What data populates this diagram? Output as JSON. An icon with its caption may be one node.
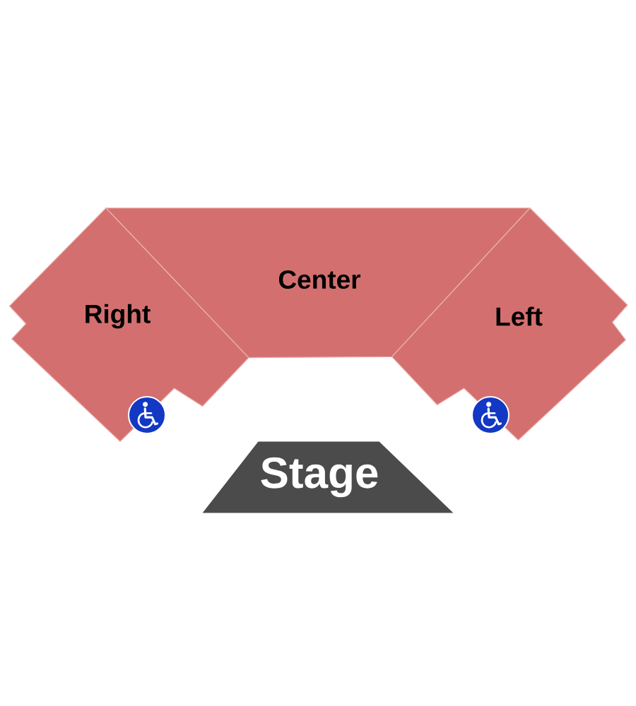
{
  "diagram": {
    "nodes": [
      {
        "text": [
          "Right"
        ]
      },
      {
        "text": [
          "Center"
        ]
      },
      {
        "text": [
          "Left"
        ]
      },
      {
        "text": [
          "Stage"
        ]
      }
    ]
  }
}
